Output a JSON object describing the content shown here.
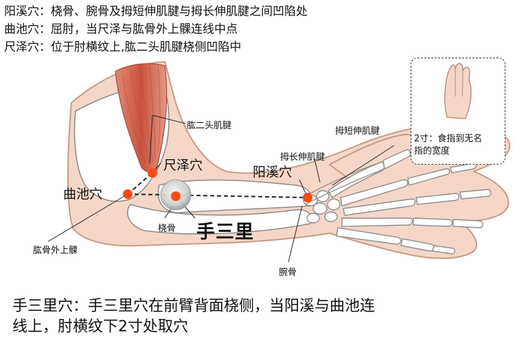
{
  "descriptions": [
    "阳溪穴：桡骨、腕骨及拇短伸肌腱与拇长伸肌腱之间凹陷处",
    "曲池穴：屈肘，当尺泽与肱骨外上髁连线中点",
    "尺泽穴：位于肘横纹上,肱二头肌腱桡侧凹陷中"
  ],
  "anatomy_labels": {
    "biceps_tendon": "肱二头肌腱",
    "extensor_pollicis_brevis": "拇短伸肌腱",
    "extensor_pollicis_longus": "拇长伸肌腱",
    "radius": "桡骨",
    "lateral_epicondyle": "肱骨外上髁",
    "carpal": "腕骨"
  },
  "acupoints": {
    "chize": "尺泽穴",
    "quchi": "曲池穴",
    "yangxi": "阳溪穴",
    "shousanli": "手三里"
  },
  "inset": {
    "caption_line1": "2寸：食指到无名",
    "caption_line2": "指的宽度"
  },
  "caption": {
    "line1": "手三里穴：手三里穴在前臂背面桡侧，当阳溪与曲池连",
    "line2": "线上，肘横纹下2寸处取穴"
  },
  "colors": {
    "skin": "#f4d7c8",
    "skin_outline": "#c79a86",
    "bone": "#ffffff",
    "bone_outline": "#8c8c8c",
    "muscle": "#d9735c",
    "acupoint": "#ff4a12"
  }
}
